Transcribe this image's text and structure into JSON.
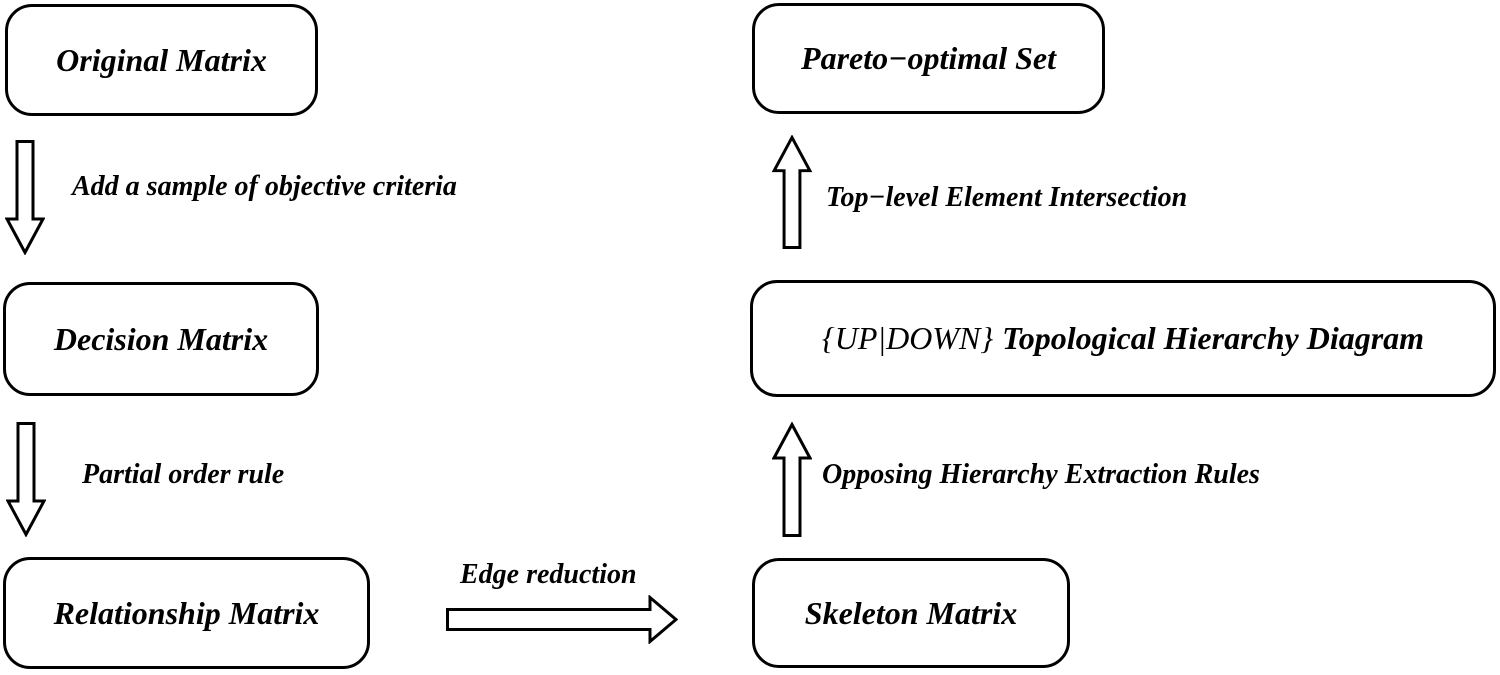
{
  "colors": {
    "background": "#ffffff",
    "stroke": "#000000",
    "text": "#000000"
  },
  "nodes": {
    "original": {
      "label": "Original Matrix"
    },
    "decision": {
      "label": "Decision Matrix"
    },
    "relationship": {
      "label": "Relationship Matrix"
    },
    "skeleton": {
      "label": "Skeleton Matrix"
    },
    "topological": {
      "prefix": "{UP|DOWN}",
      "label": "Topological Hierarchy Diagram"
    },
    "pareto": {
      "label": "Pareto−optimal Set"
    }
  },
  "edges": {
    "add_sample": {
      "label": "Add a sample of objective criteria",
      "from": "Original Matrix",
      "to": "Decision Matrix",
      "direction": "down"
    },
    "partial_order": {
      "label": "Partial order rule",
      "from": "Decision Matrix",
      "to": "Relationship Matrix",
      "direction": "down"
    },
    "edge_reduction": {
      "label": "Edge reduction",
      "from": "Relationship Matrix",
      "to": "Skeleton Matrix",
      "direction": "right"
    },
    "opposing_rules": {
      "label": "Opposing Hierarchy Extraction Rules",
      "from": "Skeleton Matrix",
      "to": "{UP|DOWN} Topological Hierarchy Diagram",
      "direction": "up"
    },
    "top_level": {
      "label": "Top−level Element Intersection",
      "from": "{UP|DOWN} Topological Hierarchy Diagram",
      "to": "Pareto−optimal Set",
      "direction": "up"
    }
  }
}
